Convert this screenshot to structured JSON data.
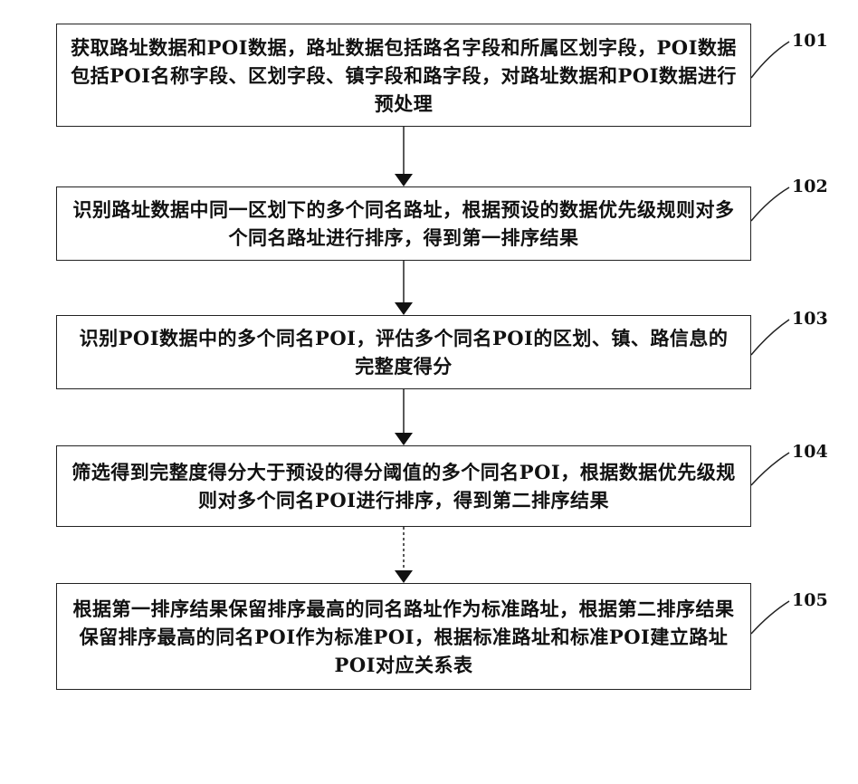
{
  "steps": [
    {
      "id": "101",
      "text": "获取路址数据和POI数据，路址数据包括路名字段和所属区划字段，POI数据包括POI名称字段、区划字段、镇字段和路字段，对路址数据和POI数据进行预处理"
    },
    {
      "id": "102",
      "text": "识别路址数据中同一区划下的多个同名路址，根据预设的数据优先级规则对多个同名路址进行排序，得到第一排序结果"
    },
    {
      "id": "103",
      "text": "识别POI数据中的多个同名POI，评估多个同名POI的区划、镇、路信息的完整度得分"
    },
    {
      "id": "104",
      "text": "筛选得到完整度得分大于预设的得分阈值的多个同名POI，根据数据优先级规则对多个同名POI进行排序，得到第二排序结果"
    },
    {
      "id": "105",
      "text": "根据第一排序结果保留排序最高的同名路址作为标准路址，根据第二排序结果保留排序最高的同名POI作为标准POI，根据标准路址和标准POI建立路址POI对应关系表"
    }
  ]
}
